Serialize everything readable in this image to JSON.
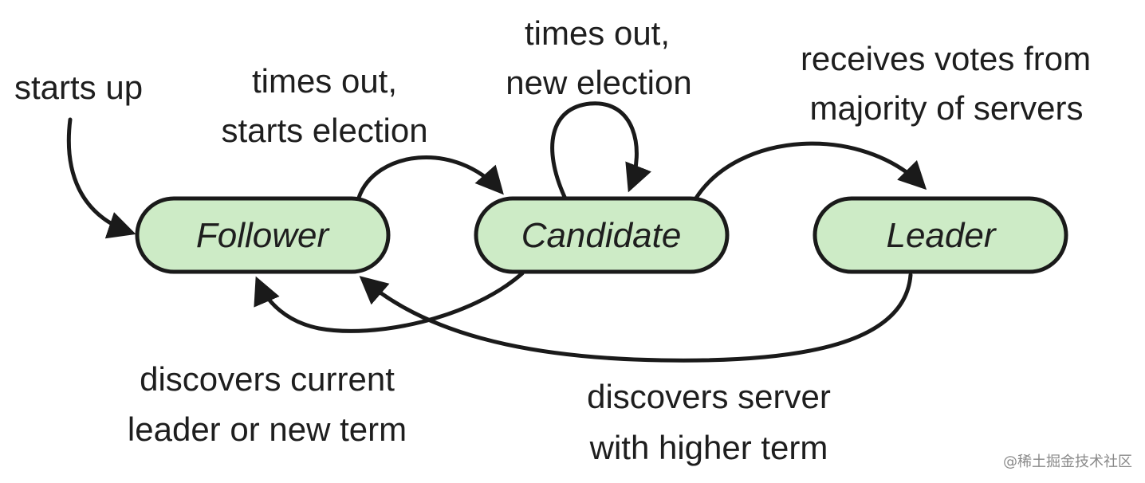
{
  "states": {
    "follower": "Follower",
    "candidate": "Candidate",
    "leader": "Leader"
  },
  "transitions": {
    "starts_up": [
      "starts up"
    ],
    "times_out_starts_election": [
      "times out,",
      "starts election"
    ],
    "times_out_new_election": [
      "times out,",
      "new election"
    ],
    "receives_votes": [
      "receives votes from",
      "majority of servers"
    ],
    "discovers_current_leader": [
      "discovers current",
      "leader or new term"
    ],
    "discovers_higher_term": [
      "discovers server",
      "with higher term"
    ]
  },
  "watermark": "@稀土掘金技术社区",
  "colors": {
    "state_fill": "#cdebc6",
    "stroke": "#1a1a1a",
    "text": "#1e1e1e"
  }
}
